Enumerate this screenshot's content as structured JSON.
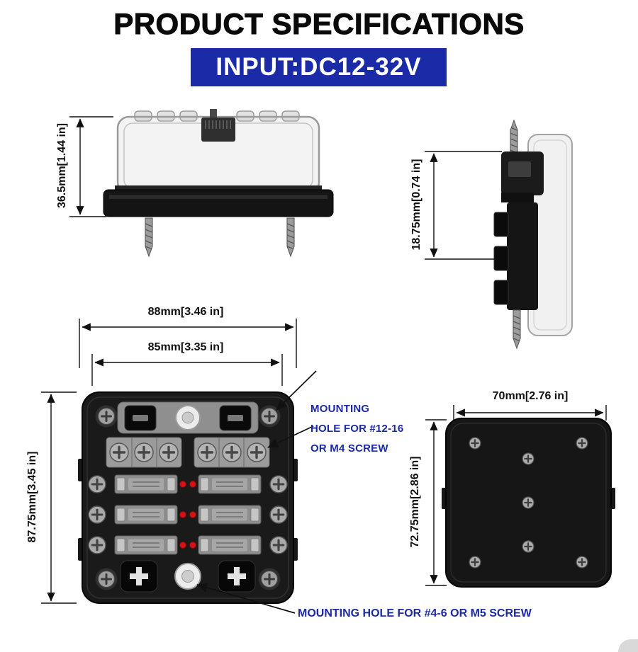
{
  "title": "PRODUCT SPECIFICATIONS",
  "banner": {
    "label": "INPUT:DC12-32V"
  },
  "dimensions": {
    "side_height": "36.5mm[1.44 in]",
    "clip_height": "18.75mm[0.74 in]",
    "top_width_outer": "88mm[3.46 in]",
    "top_width_inner": "85mm[3.35 in]",
    "top_height": "87.75mm[3.45 in]",
    "bottom_width": "70mm[2.76 in]",
    "bottom_height": "72.75mm[2.86 in]"
  },
  "annotations": {
    "mounting_hole_m4": {
      "line1": "MOUNTING",
      "line2": "HOLE FOR #12-16",
      "line3": "OR M4 SCREW"
    },
    "mounting_hole_m5": "MOUNTING HOLE FOR #4-6 OR M5 SCREW"
  },
  "colors": {
    "banner_bg": "#1b2aa6",
    "annotation_text": "#1b2aa6",
    "led_red": "#d51313",
    "body_black": "#1a1a1a"
  }
}
